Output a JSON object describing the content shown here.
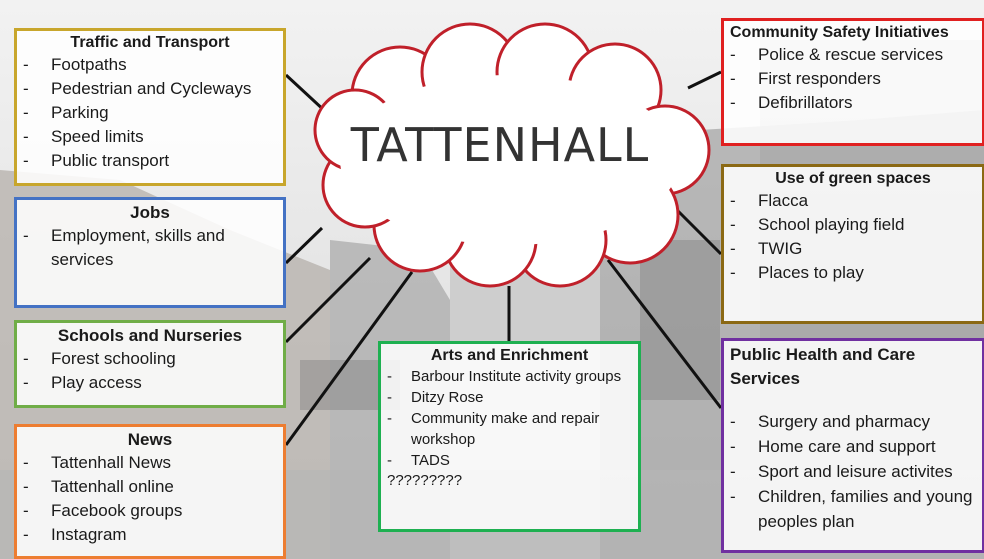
{
  "title": "TATTENHALL",
  "colors": {
    "traffic": "#c8a62c",
    "jobs": "#4472c4",
    "schools": "#70ad47",
    "news": "#ed7d31",
    "arts": "#1eb051",
    "safety": "#e02020",
    "green": "#8b6914",
    "health": "#7030a0",
    "cloud_outline": "#c0202a"
  },
  "boxes": {
    "traffic": {
      "heading": "Traffic and Transport",
      "items": [
        "Footpaths",
        "Pedestrian and Cycleways",
        "Parking",
        "Speed limits",
        "Public transport"
      ]
    },
    "jobs": {
      "heading": "Jobs",
      "items": [
        "Employment, skills and services"
      ]
    },
    "schools": {
      "heading": "Schools and Nurseries",
      "items": [
        "Forest schooling",
        "Play access"
      ]
    },
    "news": {
      "heading": "News",
      "items": [
        "Tattenhall News",
        "Tattenhall online",
        "Facebook groups",
        "Instagram"
      ]
    },
    "arts": {
      "heading": "Arts and Enrichment",
      "items": [
        "Barbour Institute activity groups",
        "Ditzy Rose",
        "Community make and repair workshop",
        "TADS"
      ],
      "extra": "?????????"
    },
    "safety": {
      "heading": "Community Safety Initiatives",
      "items": [
        "Police & rescue services",
        "First responders",
        "Defibrillators"
      ]
    },
    "green": {
      "heading": "Use of green spaces",
      "items": [
        "Flacca",
        "School playing field",
        "TWIG",
        "Places to play"
      ]
    },
    "health": {
      "heading": "Public Health and Care Services",
      "items": [
        "Surgery and pharmacy",
        "Home care and support",
        "Sport and leisure activites",
        "Children, families and young peoples plan"
      ]
    }
  }
}
